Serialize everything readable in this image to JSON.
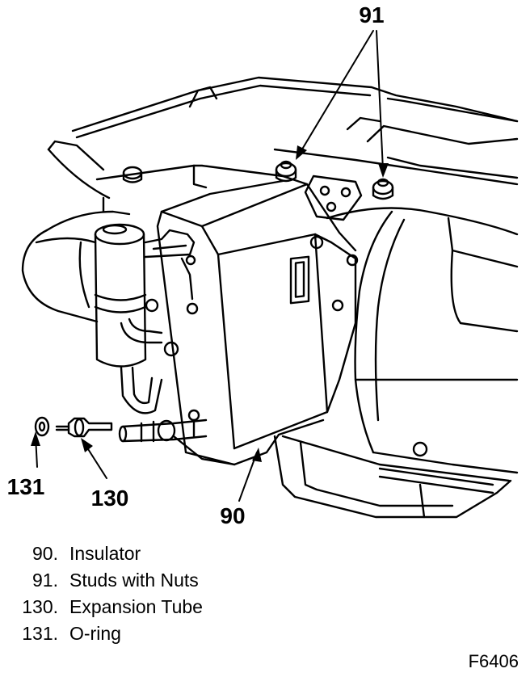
{
  "callouts": {
    "c91": "91",
    "c131": "131",
    "c130": "130",
    "c90": "90"
  },
  "legend": [
    {
      "num": "90.",
      "text": "Insulator"
    },
    {
      "num": "91.",
      "text": "Studs with Nuts"
    },
    {
      "num": "130.",
      "text": "Expansion Tube"
    },
    {
      "num": "131.",
      "text": "O-ring"
    }
  ],
  "figure_code": "F6406"
}
